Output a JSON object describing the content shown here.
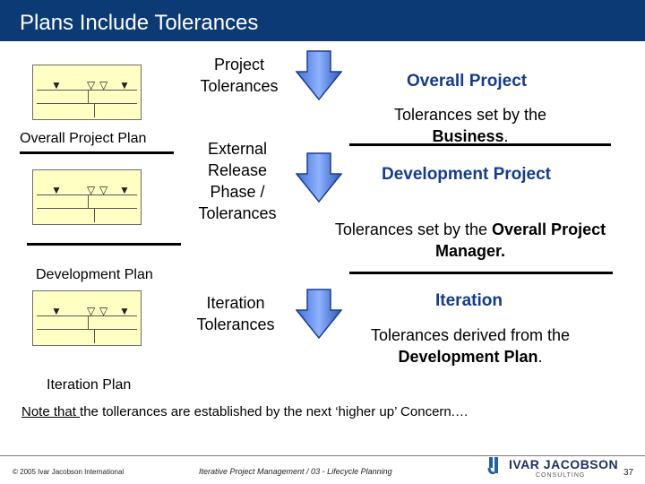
{
  "title": "Plans Include Tolerances",
  "plans": {
    "overall": "Overall Project Plan",
    "development": "Development Plan",
    "iteration": "Iteration Plan"
  },
  "tolerances": {
    "project": [
      "Project",
      "Tolerances"
    ],
    "release": [
      "External",
      "Release",
      "Phase /",
      "Tolerances"
    ],
    "iteration": [
      "Iteration",
      "Tolerances"
    ]
  },
  "right": {
    "overall_heading": "Overall Project",
    "overall_text_1": "Tolerances set by the",
    "overall_text_2": "Business",
    "development_heading": "Development Project",
    "development_text_1": "Tolerances set by the ",
    "development_text_bold": "Overall Project",
    "development_text_2": "Manager.",
    "iteration_heading": "Iteration",
    "iteration_text_1": "Tolerances derived from the",
    "iteration_text_2": "Development Plan"
  },
  "note": {
    "prefix": "Note that ",
    "rest": "the tollerances are established by the next ‘higher up’ Concern.…"
  },
  "footer": {
    "copyright": "© 2005 Ivar Jacobson International",
    "course": "Iterative Project Management / 03 - Lifecycle Planning",
    "logo_text": "IVAR JACOBSON",
    "logo_sub": "CONSULTING",
    "page": "37"
  },
  "colors": {
    "title_bar": "#0b3a75",
    "accent": "#143c8c",
    "plan_fill": "#ffffc4"
  }
}
